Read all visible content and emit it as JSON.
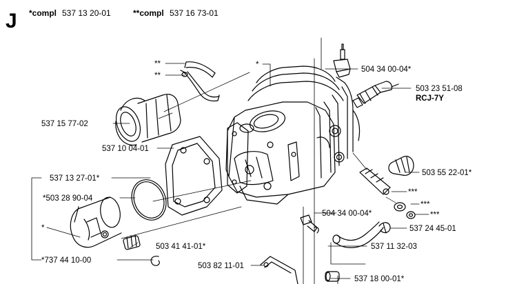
{
  "header": {
    "section_letter": "J",
    "compl1_label": "*compl",
    "compl1_number": "537 13 20-01",
    "compl2_label": "**compl",
    "compl2_number": "537 16 73-01"
  },
  "labels": {
    "star2_a": "**",
    "star2_b": "**",
    "star1_cyl": "*",
    "p_5043400_top": "504 34 00-04*",
    "p_5032351": "503 23 51-08",
    "p_rcj": "RCJ-7Y",
    "p_5371577": "537 15 77-02",
    "p_5371004": "537 10 04-01",
    "p_5035522": "503 55 22-01*",
    "p_5371327": "537 13 27-01*",
    "p_star3_a": "***",
    "p_5032890": "*503 28 90-04",
    "p_star3_b": "***",
    "p_5043400_mid": "504 34 00-04*",
    "p_star3_c": "***",
    "p_star1_piston": "*",
    "p_5372445": "537 24 45-01",
    "p_5034141": "503 41 41-01*",
    "p_5371132": "537 11 32-03",
    "p_7374410": "*737 44 10-00",
    "p_5038211": "503 82 11-01",
    "p_5371800": "537 18 00-01*"
  }
}
